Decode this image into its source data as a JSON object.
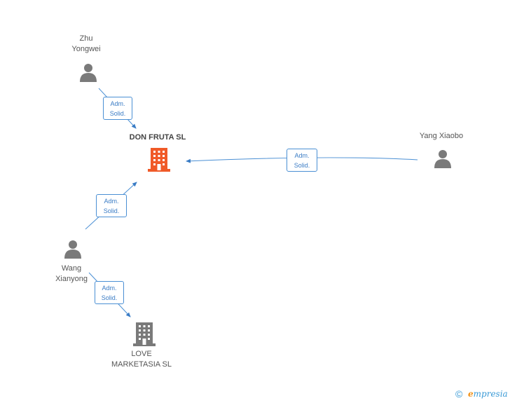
{
  "nodes": {
    "zhu_yongwei": {
      "line1": "Zhu",
      "line2": "Yongwei"
    },
    "don_fruta": {
      "name": "DON FRUTA SL"
    },
    "yang_xiaobo": {
      "name": "Yang Xiaobo"
    },
    "wang_xianyong": {
      "line1": "Wang",
      "line2": "Xianyong"
    },
    "love_marketasia": {
      "line1": "LOVE",
      "line2": "MARKETASIA SL"
    }
  },
  "edges": [
    {
      "label_line1": "Adm.",
      "label_line2": "Solid."
    },
    {
      "label_line1": "Adm.",
      "label_line2": "Solid."
    },
    {
      "label_line1": "Adm.",
      "label_line2": "Solid."
    },
    {
      "label_line1": "Adm.",
      "label_line2": "Solid."
    }
  ],
  "footer": {
    "copyright": "©",
    "brand_initial": "e",
    "brand_rest": "mpresia"
  },
  "colors": {
    "edge": "#4a8fd4",
    "person_icon": "#7a7a7a",
    "main_company": "#f05a28",
    "company": "#7a7a7a"
  }
}
